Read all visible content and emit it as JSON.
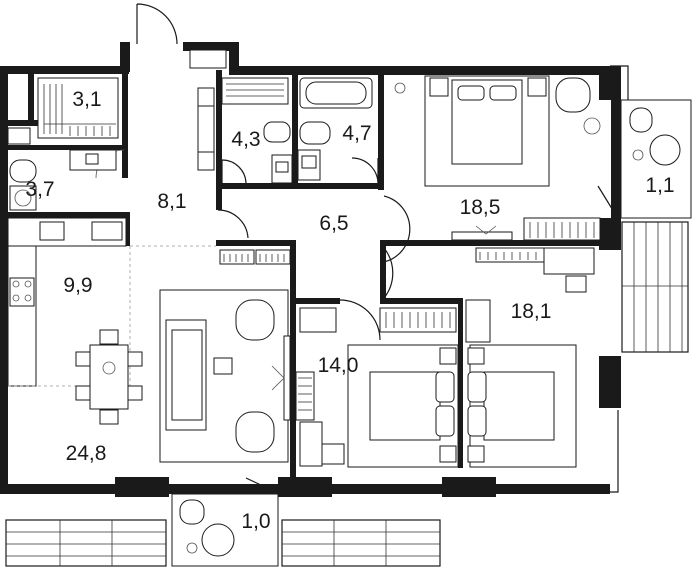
{
  "rooms": [
    {
      "id": "wardrobe",
      "area": "3,1"
    },
    {
      "id": "hall",
      "area": "8,1"
    },
    {
      "id": "bathroom-small",
      "area": "4,3"
    },
    {
      "id": "bathroom-large",
      "area": "4,7"
    },
    {
      "id": "laundry",
      "area": "3,7"
    },
    {
      "id": "corridor",
      "area": "6,5"
    },
    {
      "id": "bedroom-main",
      "area": "18,5"
    },
    {
      "id": "loggia-right",
      "area": "1,1"
    },
    {
      "id": "kitchen",
      "area": "9,9"
    },
    {
      "id": "bedroom-second",
      "area": "18,1"
    },
    {
      "id": "study",
      "area": "14,0"
    },
    {
      "id": "living",
      "area": "24,8"
    },
    {
      "id": "balcony-bottom",
      "area": "1,0"
    }
  ]
}
